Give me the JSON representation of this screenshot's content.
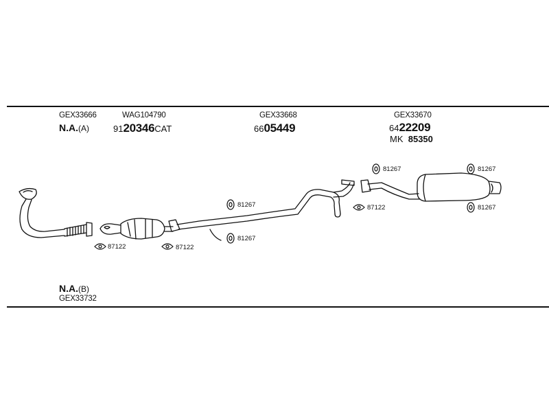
{
  "groups": [
    {
      "code": "GEX33666",
      "na": "N.A.",
      "na_suffix": "(A)"
    },
    {
      "code": "WAG104790",
      "pn_prefix": "91",
      "pn_main": "20346",
      "pn_suffix": "CAT"
    },
    {
      "code": "GEX33668",
      "pn_prefix": "66",
      "pn_main": "05449"
    },
    {
      "code": "GEX33670",
      "pn_prefix": "64",
      "pn_main": "22209",
      "mk_prefix": "MK",
      "mk_value": "85350"
    }
  ],
  "bottom": {
    "na": "N.A.",
    "na_suffix": "(B)",
    "code": "GEX33732"
  },
  "callouts": {
    "c1": "87122",
    "c2": "87122",
    "c3": "81267",
    "c4": "81267",
    "c5": "81267",
    "c6": "87122",
    "c7": "81267",
    "c8": "81267"
  }
}
